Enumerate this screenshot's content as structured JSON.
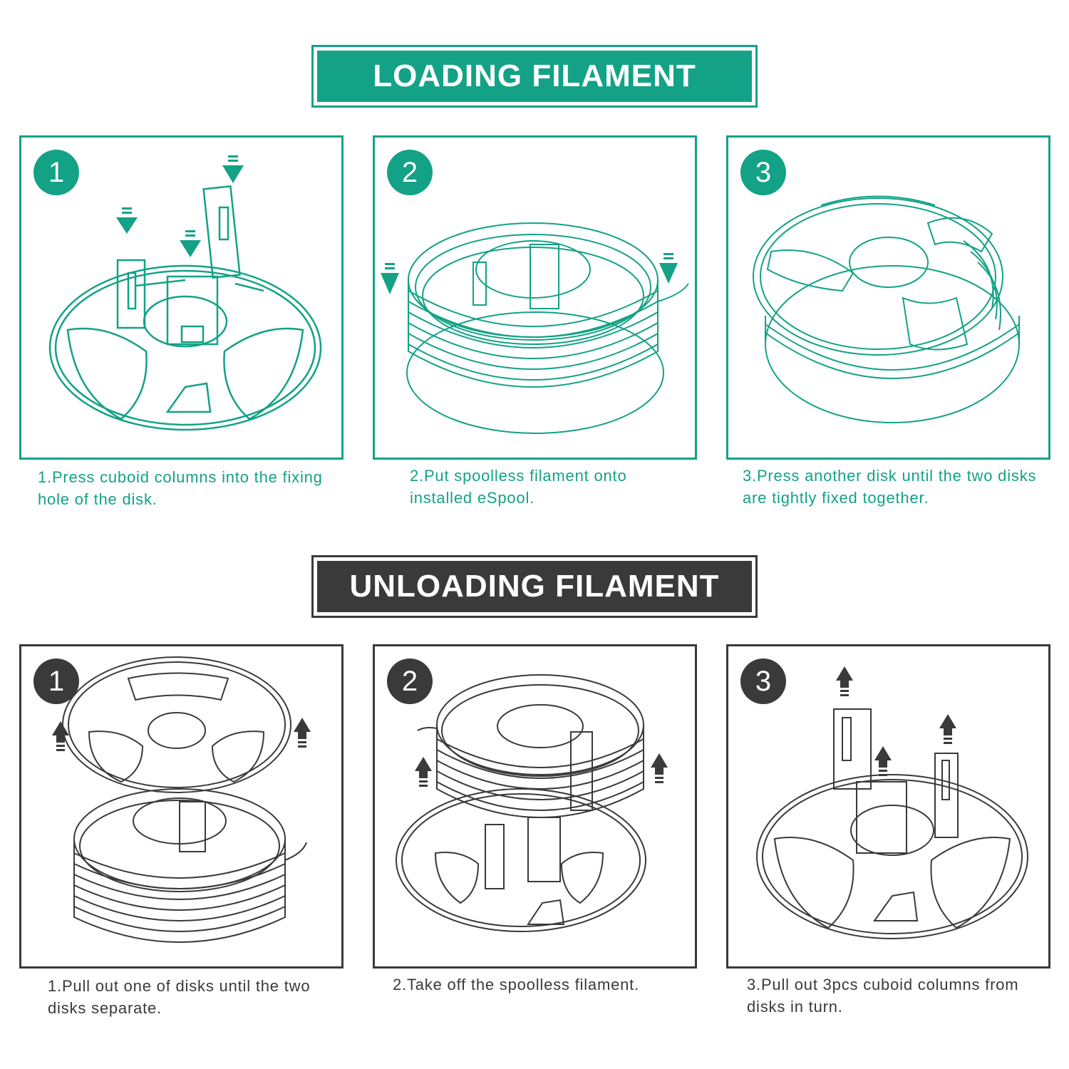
{
  "colors": {
    "loading": "#13a286",
    "unloading": "#3a3a3a"
  },
  "loading": {
    "title": "LOADING FILAMENT",
    "steps": [
      {
        "badge": "1",
        "caption": "1.Press cuboid columns into the fixing hole of the disk."
      },
      {
        "badge": "2",
        "caption": "2.Put spoolless filament onto installed eSpool."
      },
      {
        "badge": "3",
        "caption": "3.Press another disk until the two disks are tightly fixed together."
      }
    ]
  },
  "unloading": {
    "title": "UNLOADING FILAMENT",
    "steps": [
      {
        "badge": "1",
        "caption": "1.Pull out one of disks until the two disks separate."
      },
      {
        "badge": "2",
        "caption": "2.Take off the spoolless filament."
      },
      {
        "badge": "3",
        "caption": "3.Pull out 3pcs cuboid columns from disks in turn."
      }
    ]
  }
}
